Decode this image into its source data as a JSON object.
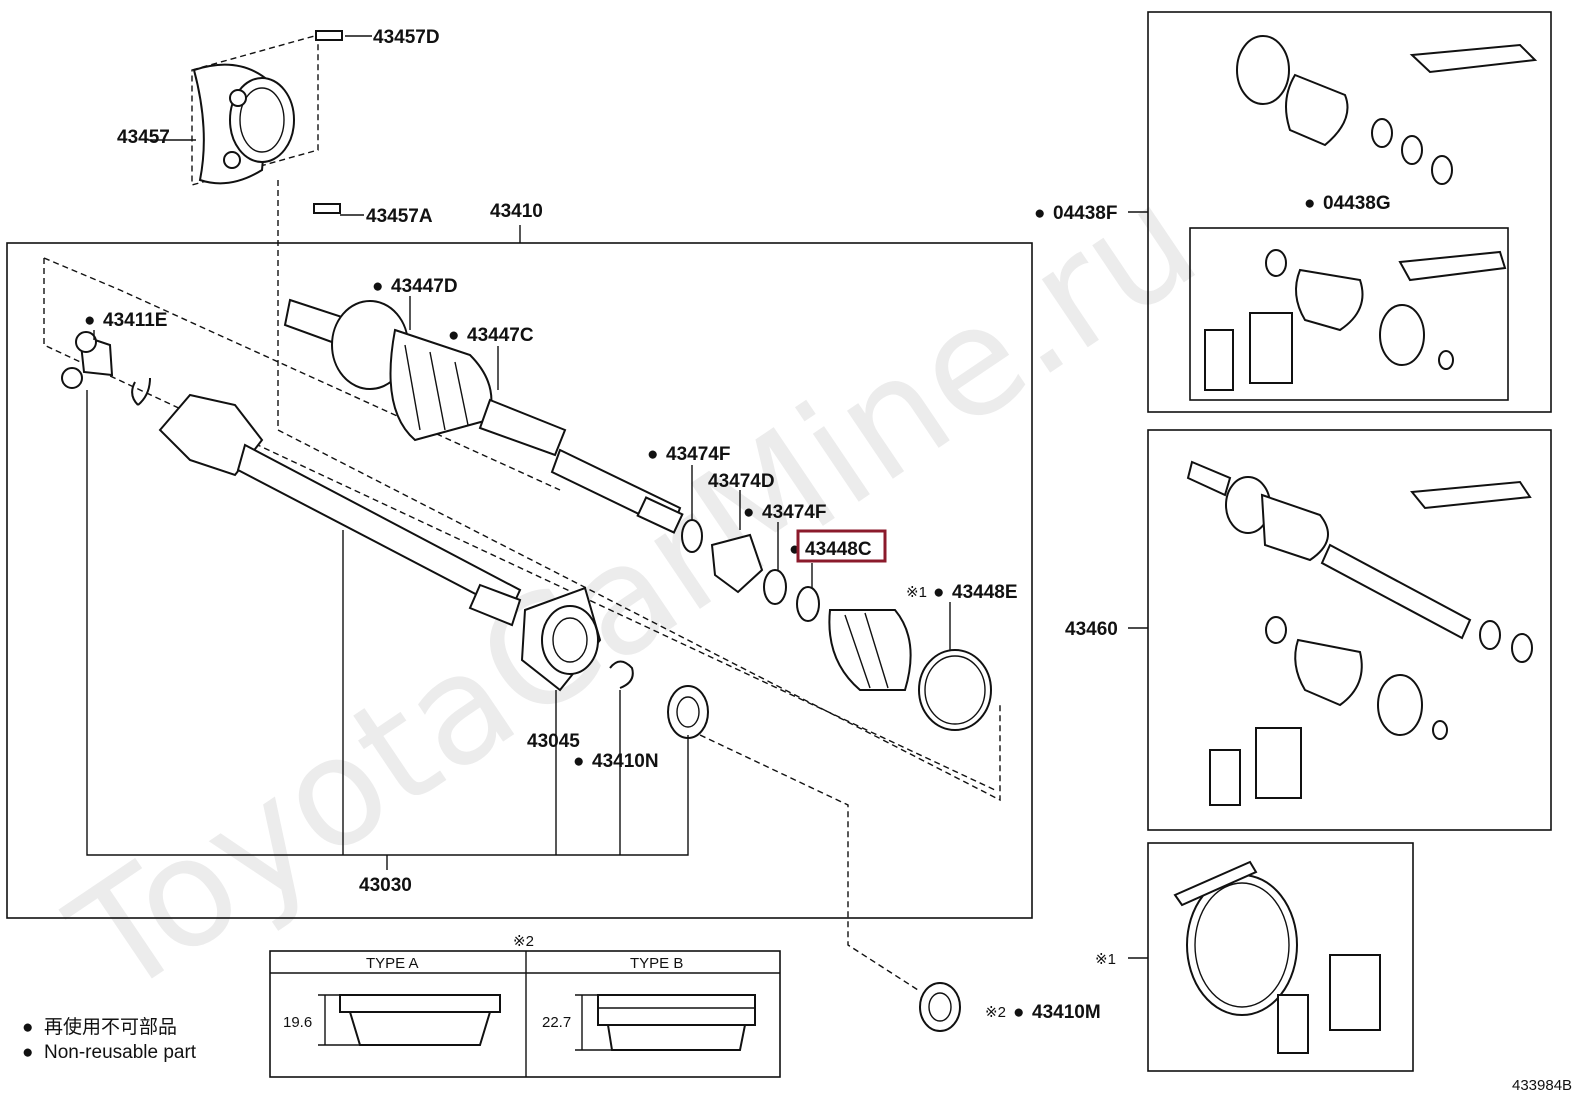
{
  "watermark": "ToyotaCarMine.ru",
  "parts": {
    "p43457D": "43457D",
    "p43457": "43457",
    "p43457A": "43457A",
    "p43410": "43410",
    "p43447D": "43447D",
    "p43447C": "43447C",
    "p43411E": "43411E",
    "p43474F_a": "43474F",
    "p43474D": "43474D",
    "p43474F_b": "43474F",
    "p43448C": "43448C",
    "p43448E": "43448E",
    "p43045": "43045",
    "p43410N": "43410N",
    "p43030": "43030",
    "p43410M": "43410M",
    "p04438F": "04438F",
    "p04438G": "04438G",
    "p43460": "43460"
  },
  "marks": {
    "dot": "●",
    "note1": "※1",
    "note2": "※2"
  },
  "type_table": {
    "note": "※2",
    "type_a": "TYPE A",
    "type_b": "TYPE B",
    "dim_a": "19.6",
    "dim_b": "22.7"
  },
  "legend": {
    "japanese": "再使用不可部品",
    "english": "Non-reusable part"
  },
  "diagram_id": "433984B",
  "highlight_color": "#8b1a2b"
}
